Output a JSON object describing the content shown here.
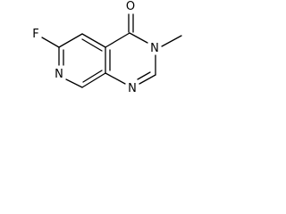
{
  "molecule": {
    "atoms": {
      "oxygen": "O",
      "fluorine": "F",
      "nitrogen_3": "N",
      "nitrogen_ring_bottom": "N",
      "nitrogen_pyridine": "N"
    }
  },
  "colors": {
    "bond": "#000000",
    "label": "#000000",
    "background": "#ffffff"
  }
}
